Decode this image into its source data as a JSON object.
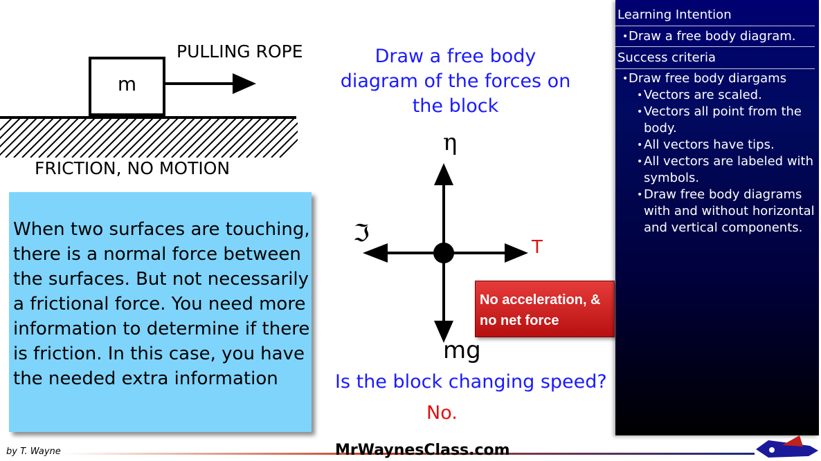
{
  "scene": {
    "rope_label": "PULLING ROPE",
    "block_label": "m",
    "surface_label": "FRICTION,  NO MOTION"
  },
  "prompt": "Draw a free body diagram of the forces on the block",
  "info_box": {
    "text": "When two surfaces are touching, there is a normal force between the surfaces. But not necessarily a frictional force. You need more information to determine if there is friction. In this case, you have the needed extra information"
  },
  "fbd": {
    "normal_symbol": "η",
    "friction_symbol": "ℑ",
    "tension_symbol": "T",
    "weight_symbol": "mg"
  },
  "badge": {
    "line1": "No acceleration, &",
    "line2": "no net force"
  },
  "question": "Is the block changing speed?",
  "answer": "No.",
  "panel": {
    "learning_heading": "Learning Intention",
    "learning_items": [
      "Draw a free body diagram."
    ],
    "success_heading": "Success criteria",
    "success_main": "Draw free body diargams",
    "success_sub": [
      [
        "Vectors are scaled."
      ],
      [
        "Vectors all point from the",
        "body."
      ],
      [
        "All vectors have tips."
      ],
      [
        "All vectors are labeled with",
        "symbols."
      ],
      [
        "Draw free body diagrams",
        "with and without horizontal",
        "and vertical components."
      ]
    ]
  },
  "footer": {
    "author": "by T. Wayne",
    "site": "MrWaynesClass.com"
  },
  "colors": {
    "prompt_blue": "#1a1aff",
    "answer_red": "#e01010",
    "info_bg": "#7fd4fb",
    "badge_red": "#cc2020",
    "panel_navy": "#000070"
  }
}
